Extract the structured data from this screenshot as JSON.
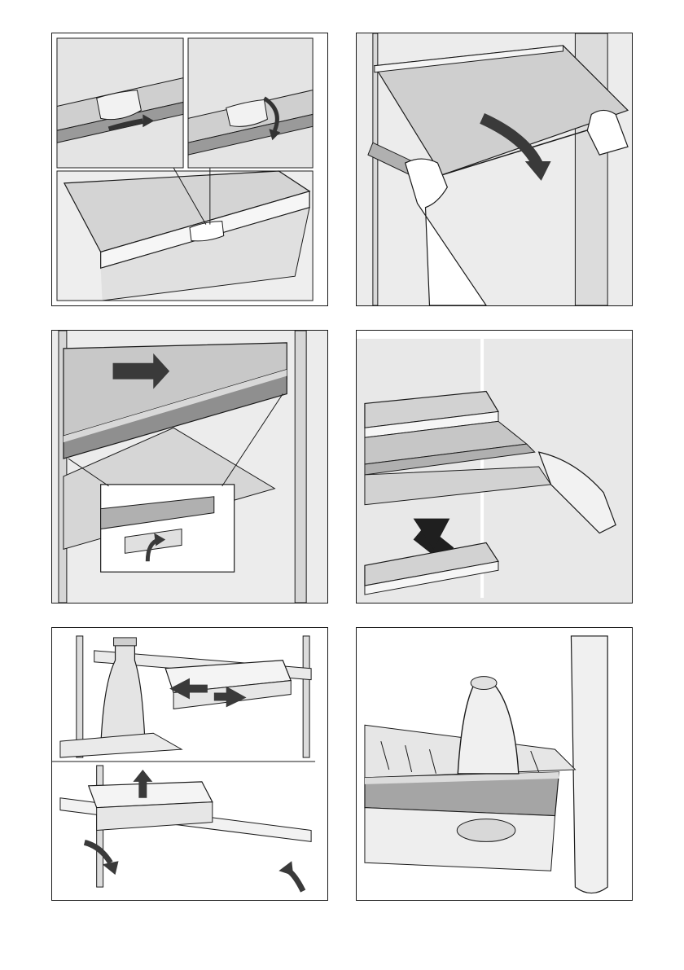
{
  "page": {
    "panels": [
      {
        "id": "p1",
        "icon": "shelf-lock-tab-icon"
      },
      {
        "id": "p2",
        "icon": "glass-shelf-removal-icon"
      },
      {
        "id": "p3",
        "icon": "shelf-front-strip-icon"
      },
      {
        "id": "p4",
        "icon": "shelf-insertion-icon"
      },
      {
        "id": "p5",
        "icon": "door-shelf-storage-icon"
      },
      {
        "id": "p6",
        "icon": "bottle-door-rack-icon"
      }
    ],
    "colors": {
      "stroke": "#1a1a1a",
      "wall": "#e2e2e2",
      "glass": "#d0d0d0",
      "dark_glass": "#b5b5b5",
      "arrow": "#3a3a3a",
      "white": "#ffffff"
    }
  }
}
